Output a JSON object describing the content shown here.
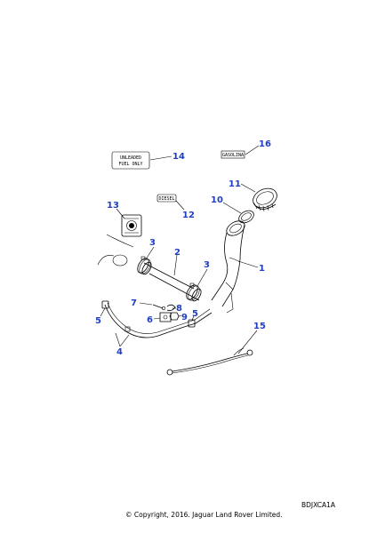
{
  "labels": {
    "unleaded_line1": "UNLEADED",
    "unleaded_line2": "FUEL ONLY",
    "gasolina": "GASOLINA",
    "diesel": "DIESEL"
  },
  "callouts": {
    "c1": "1",
    "c2": "2",
    "c3a": "3",
    "c3b": "3",
    "c4": "4",
    "c5a": "5",
    "c5b": "5",
    "c6": "6",
    "c7": "7",
    "c8": "8",
    "c9": "9",
    "c10": "10",
    "c11": "11",
    "c12": "12",
    "c13": "13",
    "c14": "14",
    "c15": "15",
    "c16": "16"
  },
  "footer": {
    "ref_code": "BDJXCA1A",
    "copyright": "© Copyright, 2016. Jaguar Land Rover Limited."
  },
  "colors": {
    "callout": "#1f3fc4"
  }
}
